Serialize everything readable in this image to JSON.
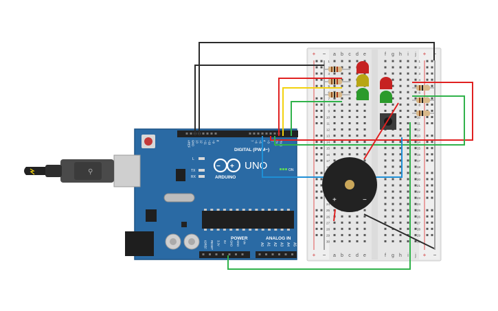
{
  "arduino": {
    "model": "UNO",
    "brand": "ARDUINO",
    "digital_label": "DIGITAL (PWM~)",
    "power_label": "POWER",
    "analog_label": "ANALOG IN",
    "on_label": "ON",
    "led_l": "L",
    "led_tx": "TX",
    "led_rx": "RX",
    "header_top": [
      "AREF",
      "GND",
      "13",
      "12",
      "~11",
      "~10",
      "~9",
      "8",
      "7",
      "~6",
      "~5",
      "4",
      "~3",
      "2",
      "TX 1",
      "RX 0"
    ],
    "header_power": [
      "IOREF",
      "RESET",
      "3.3V",
      "5V",
      "GND",
      "GND",
      "Vin"
    ],
    "header_analog": [
      "A0",
      "A1",
      "A2",
      "A3",
      "A4",
      "A5"
    ]
  },
  "breadboard": {
    "columns_left": [
      "a",
      "b",
      "c",
      "d",
      "e"
    ],
    "columns_right": [
      "f",
      "g",
      "h",
      "i",
      "j"
    ],
    "rows": [
      "1",
      "2",
      "3",
      "4",
      "5",
      "6",
      "7",
      "8",
      "9",
      "10",
      "11",
      "12",
      "13",
      "14",
      "15",
      "16",
      "17",
      "18",
      "19",
      "20",
      "21",
      "22",
      "23",
      "24",
      "25",
      "26",
      "27",
      "28",
      "29",
      "30"
    ],
    "plus": "+",
    "minus": "−"
  },
  "buzzer": {
    "plus": "+",
    "minus": "−"
  },
  "colors": {
    "board": "#2a6aa4",
    "breadboard": "#e9e9e9",
    "wire_black": "#2a2a2a",
    "wire_red": "#e02020",
    "wire_yellow": "#f2d20c",
    "wire_green": "#2fb24a",
    "wire_blue": "#1e8fd6",
    "led_red": "#c62222",
    "led_yellow": "#b8a614",
    "led_green": "#2b9a2b"
  }
}
